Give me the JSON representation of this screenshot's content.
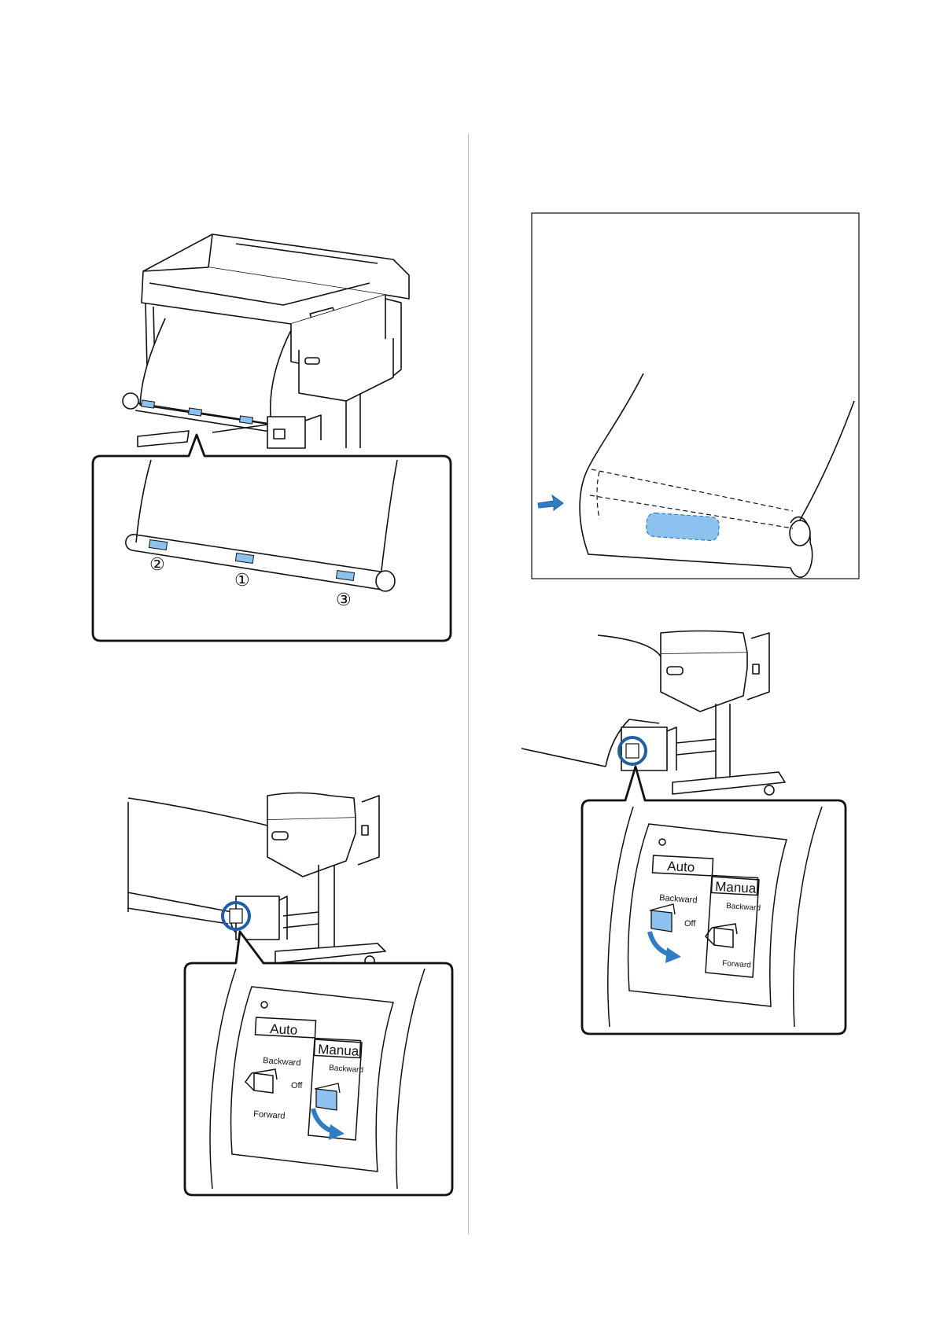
{
  "colors": {
    "accent_blue": "#8ec2ee",
    "ring_blue": "#1f5fa6",
    "arrow_blue": "#2f7ec4",
    "line": "#111111"
  },
  "figure1": {
    "callout_numbers": [
      "②",
      "①",
      "③"
    ]
  },
  "switch_panel": {
    "auto_label": "Auto",
    "manual_label": "Manual",
    "backward_label": "Backward",
    "forward_label": "Forward",
    "off_label": "Off",
    "manual_backward_label": "Backward",
    "manual_forward_label": "Forward"
  }
}
